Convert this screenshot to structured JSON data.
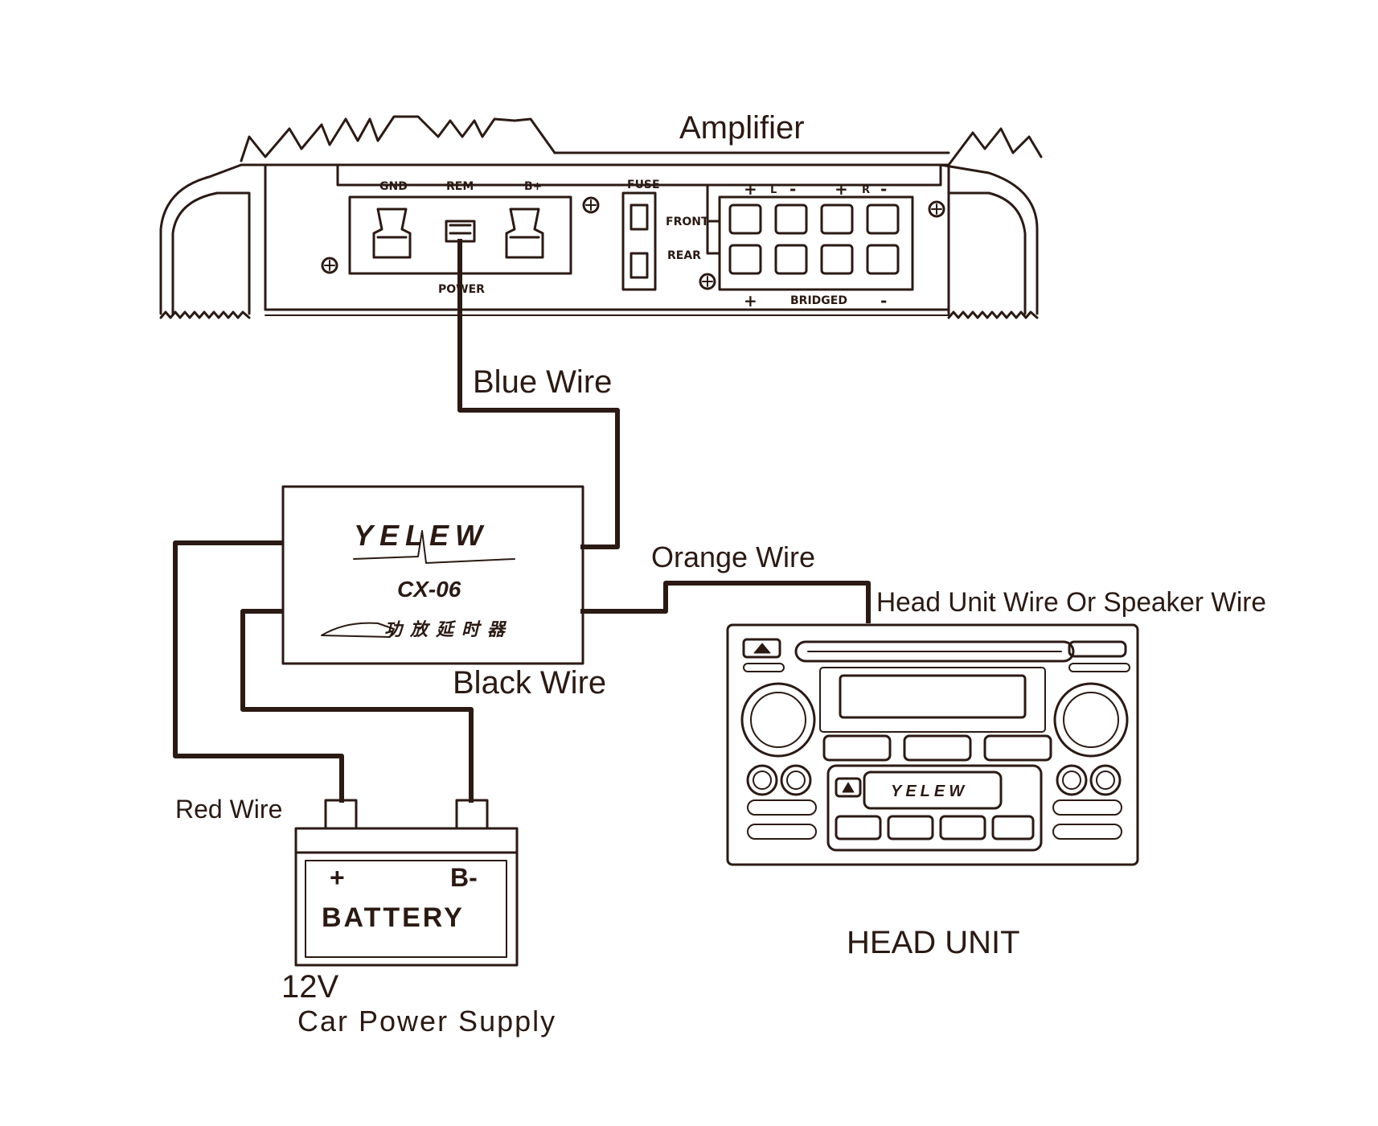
{
  "amplifier": {
    "title": "Amplifier",
    "gnd": "GND",
    "rem": "REM",
    "bplus": "B+",
    "power": "POWER",
    "fuse": "FUSE",
    "front": "FRONT",
    "rear": "REAR",
    "plus": "+",
    "minus": "-",
    "left": "L",
    "right": "R",
    "bridged": "BRIDGED"
  },
  "delay_module": {
    "brand": "YELEW",
    "model": "CX-06",
    "chinese_text": "功放延时器"
  },
  "wires": {
    "blue": "Blue Wire",
    "orange": "Orange Wire",
    "head_unit_wire": "Head Unit Wire Or Speaker Wire",
    "black": "Black Wire",
    "red": "Red Wire"
  },
  "battery": {
    "plus": "+",
    "minus": "B-",
    "label": "BATTERY",
    "voltage": "12V",
    "caption": "Car Power Supply"
  },
  "head_unit": {
    "label": "HEAD UNIT",
    "brand": "YELEW"
  },
  "colors": {
    "ink": "#2b1a14",
    "background": "#ffffff"
  }
}
